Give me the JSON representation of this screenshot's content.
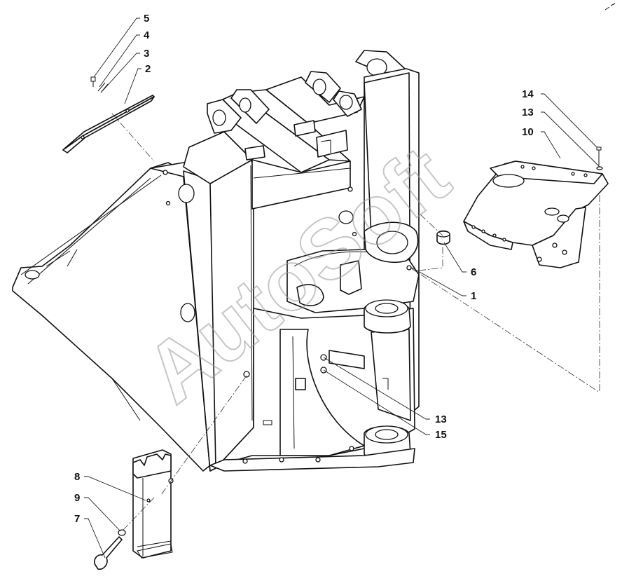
{
  "diagram": {
    "watermark": "AutoSoft",
    "callouts": [
      "5",
      "4",
      "3",
      "2",
      "14",
      "13",
      "10",
      "6",
      "1",
      "13",
      "15",
      "8",
      "9",
      "7"
    ]
  }
}
